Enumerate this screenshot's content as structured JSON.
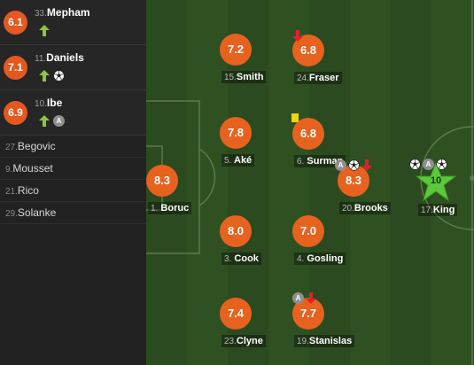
{
  "subs": [
    {
      "rating": "6.1",
      "num": "33.",
      "name": "Mepham"
    },
    {
      "rating": "7.1",
      "num": "11.",
      "name": "Daniels"
    },
    {
      "rating": "6.9",
      "num": "10.",
      "name": "Ibe"
    }
  ],
  "bench": [
    {
      "num": "27.",
      "name": "Begovic"
    },
    {
      "num": "9.",
      "name": "Mousset"
    },
    {
      "num": "21.",
      "name": "Rico"
    },
    {
      "num": "29.",
      "name": "Solanke"
    }
  ],
  "players": {
    "boruc": {
      "rating": "8.3",
      "num": "1.",
      "name": "Boruc"
    },
    "smith": {
      "rating": "7.2",
      "num": "15.",
      "name": "Smith"
    },
    "ake": {
      "rating": "7.8",
      "num": "5.",
      "name": "Aké"
    },
    "cook": {
      "rating": "8.0",
      "num": "3.",
      "name": "Cook"
    },
    "clyne": {
      "rating": "7.4",
      "num": "23.",
      "name": "Clyne"
    },
    "fraser": {
      "rating": "6.8",
      "num": "24.",
      "name": "Fraser"
    },
    "surman": {
      "rating": "6.8",
      "num": "6.",
      "name": "Surman"
    },
    "gosling": {
      "rating": "7.0",
      "num": "4.",
      "name": "Gosling"
    },
    "stanislas": {
      "rating": "7.7",
      "num": "19.",
      "name": "Stanislas"
    },
    "brooks": {
      "rating": "8.3",
      "num": "20.",
      "name": "Brooks"
    },
    "king": {
      "rating": "10",
      "num": "17.",
      "name": "King"
    }
  },
  "colors": {
    "rating": "#e8621f",
    "motm_star": "#5cc83a",
    "sub_in": "#8cc63f",
    "sub_out": "#e0202a",
    "yellow_card": "#f2d40c"
  },
  "assist_letter": "A"
}
